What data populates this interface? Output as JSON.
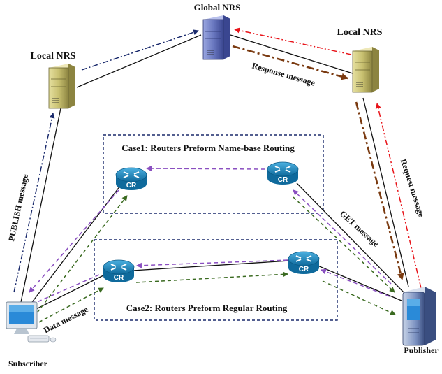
{
  "nodes": {
    "global_nrs": "Global NRS",
    "local_nrs_left": "Local NRS",
    "local_nrs_right": "Local NRS",
    "subscriber": "Subscriber",
    "publisher": "Publisher",
    "router_label": "CR"
  },
  "cases": {
    "case1": "Case1: Routers Preform Name-base Routing",
    "case2": "Case2: Routers Preform Regular Routing"
  },
  "messages": {
    "publish": "PUBLISH message",
    "response": "Response message",
    "request": "Request message",
    "get": "GET message",
    "data": "Data message"
  },
  "colors": {
    "publish": "#1a2a6c",
    "request": "#e8141a",
    "response": "#7a3a10",
    "get": "#8a4fc0",
    "data": "#3a6a20",
    "box_border": "#1a2a6c",
    "router": "#1f8fc9",
    "server": "#c8c070",
    "global_server": "#6a78c0"
  }
}
